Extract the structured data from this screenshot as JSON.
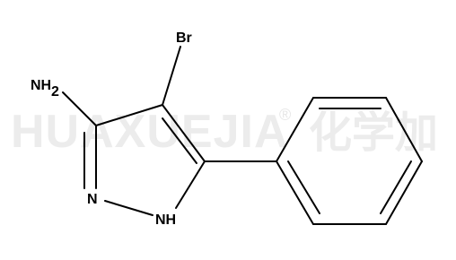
{
  "watermark": {
    "latin": "HUAXUEJIA",
    "registered": "®",
    "cjk": "化学加"
  },
  "molecule": {
    "atoms": {
      "br": "Br",
      "nh2_main": "NH",
      "nh2_sub": "2",
      "n": "N",
      "nh": "NH"
    }
  },
  "colors": {
    "bond": "#000000",
    "watermark": "#ececec"
  }
}
